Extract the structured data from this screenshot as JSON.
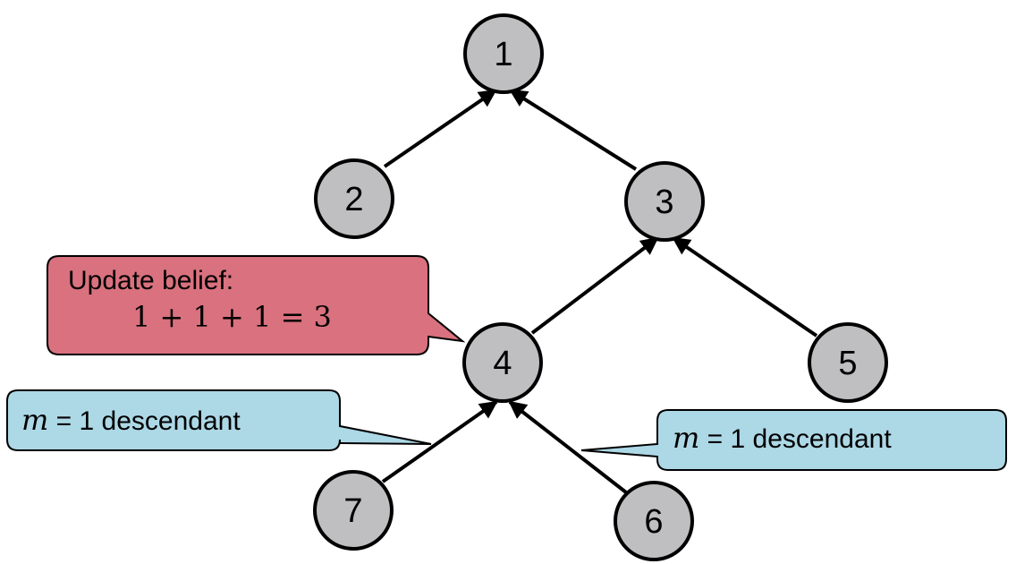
{
  "nodes": [
    {
      "id": "1",
      "label": "1"
    },
    {
      "id": "2",
      "label": "2"
    },
    {
      "id": "3",
      "label": "3"
    },
    {
      "id": "4",
      "label": "4"
    },
    {
      "id": "5",
      "label": "5"
    },
    {
      "id": "6",
      "label": "6"
    },
    {
      "id": "7",
      "label": "7"
    }
  ],
  "edges": [
    {
      "from": "2",
      "to": "1"
    },
    {
      "from": "3",
      "to": "1"
    },
    {
      "from": "4",
      "to": "3"
    },
    {
      "from": "5",
      "to": "3"
    },
    {
      "from": "7",
      "to": "4"
    },
    {
      "from": "6",
      "to": "4"
    }
  ],
  "callouts": {
    "update": {
      "title": "Update belief:",
      "equation": "1 + 1 + 1 = 3",
      "color": "#d9717e"
    },
    "left": {
      "var": "m",
      "text": " = 1 descendant",
      "color": "#add8e6"
    },
    "right": {
      "var": "m",
      "text": " = 1 descendant",
      "color": "#add8e6"
    }
  }
}
